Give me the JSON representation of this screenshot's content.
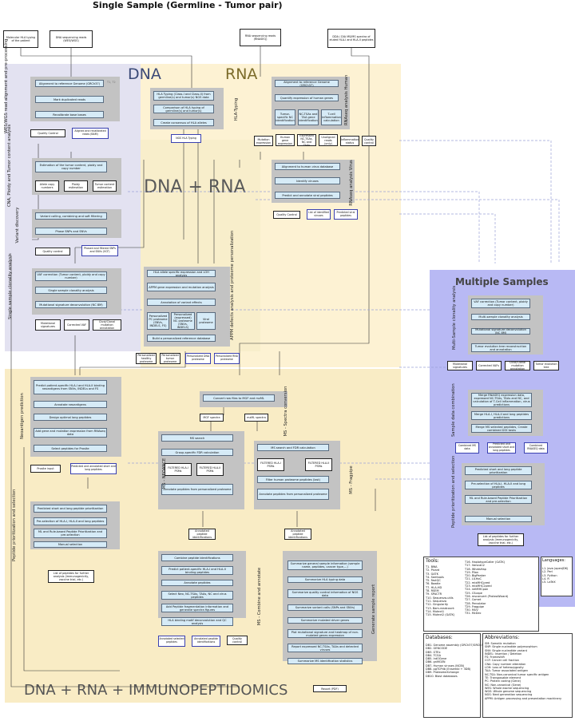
{
  "title": "Single Sample (Germline - Tumor pair)",
  "inputs": {
    "hla": "Molecular HLA typing of the patient",
    "dna_seq": "DNA sequencing reads (WES/WGS)",
    "rna_seq": "RNA sequencing reads (RNASEQ)",
    "ms": "DDA / DIA MS/MS spectra of eluted HLA-I and HLA-II peptides"
  },
  "regions": {
    "dna": "DNA",
    "rna": "RNA",
    "dna_rna": "DNA + RNA",
    "immuno": "DNA + RNA + IMMUNOPEPTIDOMICS",
    "multi": "Multiple Samples"
  },
  "sections": {
    "wes_align": "WES/WGS read alignment and pre-processing",
    "cnv": "CNA, Ploidy and Tumor content analysis",
    "variant": "Variant discovery",
    "clonality": "Single sample clonality analysis",
    "hla_typing": "HLA-Typing",
    "rnaseq_human": "RNAseq analysis Human",
    "rnaseq_virus": "RNAseq analysis Virus",
    "appm": "APPM defects analysis and proteome personalization",
    "neo": "Neoantigen prediction",
    "ms_conv": "MS - Spectra conversion",
    "ms_neo": "MS - NEOANCE",
    "ms_frag": "MS - Fragpipe",
    "ms_combine": "MS - Combine and annotate",
    "pep_prior": "Peptide prioritization and selection",
    "report": "Generate sample report",
    "multi_clon": "Multi-Sample clonality analysis",
    "sample_data": "Sample data combination",
    "multi_pep": "Peptide prioritization and selection"
  },
  "dna": {
    "align": "Alignment to reference Genome (GRCh37)",
    "dup": "Mark duplicated reads",
    "recal": "Recalibrate base bases",
    "qc": "Quality Control",
    "bam": "Aligned and recalibrated reads (BAM)",
    "cnv_est": "Estimation of the tumor content, ploidy and copy number",
    "allele_copy": "Allele copy numbers",
    "ploidy": "Ploidy estimation",
    "tumor_content": "Tumor content estimation",
    "varcall": "Variant calling, combining and soft filtering",
    "phase": "Phase SNPs and SNVs",
    "qc2": "Quality control",
    "phased": "Phased and filtered SNPs and SNVs (VCF)",
    "vaf": "VAF correction (Tumor content, ploidy and copy number)",
    "clon": "Single sample clonality analysis",
    "mutsig": "Mutational signature deconvolution (NC 8M)",
    "o_mutsig": "Mutational signatures",
    "o_vaf": "Corrected VAF",
    "o_clonal": "Clust/Clonal mutation annotation"
  },
  "rna": {
    "hla_typing": "HLA Typing (Class-I and Class-II) from germline(s) and tumor(s) NGS data",
    "hla_compare": "Comparison of HLA typing of germline(s) and tumor(s)",
    "hla_consensus": "Create consensus of HLA alleles",
    "hla_out": "NGS HLA Typing",
    "align": "Alignment to reference Genome (GRCh37)",
    "quant": "Quantify expression of human genes",
    "tumor_id": "Tumor-specific NC identification",
    "nctiss": "NC-TSAs and TAA gene identification",
    "tcell": "T-cell inflammation calculation",
    "o_mut": "Mutation expression",
    "o_gene": "Human gene expression",
    "o_expr": "Expressed NC-TSAs, NC and TAAs",
    "o_spliced": "Unaligned reads (only)",
    "o_inflam": "Inflammation status",
    "o_qc": "Quality control",
    "virus_align": "Alignment to human virus database",
    "virus_id": "Identify viruses",
    "virus_pred": "Predict and annotate viral peptides",
    "virus_qc": "Quality Control",
    "virus_list": "List of identified viruses",
    "virus_pep": "Predicted viral peptides"
  },
  "appm": {
    "hla_loh": "HLA allele specific expression and LOH analysis",
    "appm_expr": "APPM gene expression and mutation analysis",
    "annot": "Annotation of variant effects",
    "pers_pc": "Personalized PC proteome (SNVs, INDELS, FS)",
    "pers_nc": "Personalized (expressed) NC proteome (SNVs, INDELS)",
    "viral": "Viral proteome",
    "build": "Build a personalized reference database",
    "o_healthy": "Personalized healthy proteome",
    "o_tumor": "Personalized tumor proteome",
    "o_dna": "Personalized DNA proteome",
    "o_rna": "Personalized RNA proteome"
  },
  "neo": {
    "predict": "Predict patient-specific HLA-I and HLA-II binding neoantigens from SNVs, INDELs and FS",
    "annotate": "Annotate neoantigens",
    "design": "Design optimal long peptides",
    "add": "Add gene and mutation expression from RNAseq data",
    "select": "Select peptides for Prosite",
    "o_prosite": "Prosite input",
    "o_pred": "Predicted and annotated short and long peptides"
  },
  "ms": {
    "convert": "Convert raw files to MGF and mzML",
    "mgf": "MGF spectra",
    "mzml": "mzML spectra",
    "ms_search": "MS search",
    "fdr": "Group-specific FDR calculation",
    "filt_i": "FILTERED HLA-I PSMs",
    "filt_ii": "FILTERED HLA-II PSMs",
    "annot_pep": "Annotate peptides from personalized proteome",
    "fp_search": "MS search and FDR calculation",
    "fp_i": "FILTERED HLA-I PSMs",
    "fp_ii": "FILTERED HLA-II PSMs",
    "hp_filter": "Filter human proteome peptides (last)",
    "fp_annot": "Annotate peptides from personalized proteome",
    "o_annot1": "Annotated peptide identifications",
    "o_annot2": "Annotated peptide identifications",
    "combine": "Combine peptide identifications",
    "predict": "Predict patient-specific HLA-I and HLA-II binding peptides",
    "annotate": "Annotate peptides",
    "select": "Select Neo, NC-TSAs, TAAs, NC and virus peptides",
    "fragment": "Add Peptide fragmentation information and generate spectra figures",
    "qc": "HLA binding motif deconvolution and QC analysis",
    "o_annsel": "Annotated selected peptides",
    "o_annpep": "Annotated peptide identifications",
    "o_qc": "Quality control"
  },
  "pep": {
    "pred": "Predicted short and long peptide prioritization",
    "preselect": "Pre-selection of HLA-I, HLA-II and long peptides",
    "ml": "ML and Rule-based Peptide Prioritization and pre-selection",
    "manual": "Manual selection",
    "list": "List of peptides for further analysis (immunogenicity, vaccine trial, etc.)"
  },
  "report": {
    "summ_info": "Summarize general sample information (sample name, peptides, cancer type,...)",
    "summ_hla": "Summarize HLA typing data",
    "summ_qc": "Summarize quality control information of NGS data",
    "summ_var": "Summarize variant calls (SNPs and SNVs)",
    "summ_mut": "Summarize mutated driver genes",
    "plot": "Plot mutational signature and heatmap of non-mutated genes expression",
    "rep_nc": "Report expressed NC-TSAs, TAAs and detected viruses",
    "summ_ms": "Summarize MS identification statistics",
    "out": "Report (PDF)"
  },
  "multi": {
    "vaf": "VAF correction (Tumor content, ploidy and copy number)",
    "clon": "Multi-sample clonality analysis",
    "mutsig": "Mutational signature deconvolution (NC 8M)",
    "tree": "Tumor evolution tree reconstruction and annotation",
    "o_mutsig": "Mutational signatures",
    "o_vaf": "Corrected VAFs",
    "o_clonal": "Clust/Clonal mutation annotation",
    "o_tree": "Tumor evolution tree",
    "merge": "Merge RNASEQ expression data, expressed NC-TSAs, TAAs and NC, and calculation of T-Cell inflammation, virus predictions",
    "merge_pep": "Merge HLA-I, HLA-II and long peptides predictions",
    "merge_ms": "Merge MS selected peptides, Create combined DOI tasks",
    "o_ms": "Combined MS data",
    "o_pred": "Predicted and annotated short and long peptides",
    "o_rnaseq": "Combined RNASEQ data",
    "pred": "Predicted short and long peptide prioritization",
    "preselect": "Pre-selection of HLA-I, HLA-II and long peptides",
    "ml": "ML and Rule-based Peptide Prioritization and pre-selection",
    "manual": "Manual selection",
    "list": "List of peptides for further analysis (immunogenicity, vaccine trial, etc.)"
  },
  "legend": {
    "tools_title": "Tools:",
    "tools_a": [
      "T1. BWA",
      "T2. Picard",
      "T3. GATK",
      "T4. Samtools",
      "T5. FastQC",
      "T6. Bowtie",
      "T7. HLA-HD",
      "T8. RSEM",
      "T9. SPACTR",
      "T10. Sequenza-utils",
      "T11. Sequenza",
      "T12. Gingularity",
      "T13. Bam-readcount",
      "T14. Mutect1",
      "T15. Mutect2 (GATK)"
    ],
    "tools_b": [
      "T16. HaplotypeCaller (GATK)",
      "T17. Varscan2",
      "T18. WhatsHap",
      "T19. Pilon",
      "T20. BigPeaker",
      "T21. LILHoC",
      "T22. mixMHCpred",
      "T23. mixMHC2pred",
      "T24. netMHCpan",
      "T25. CScape",
      "T26. msconvert (ProteoWizard)",
      "T27. Comet",
      "T28. Percolator",
      "T29. Fragpipe",
      "T30. MUV",
      "T31. McDec"
    ],
    "lang_title": "Languages:",
    "langs": [
      "L1. Java (openJDK)",
      "L2. Perl",
      "L3. Python",
      "L4. R",
      "L5. LaTeX"
    ],
    "db_title": "Databases:",
    "dbs": [
      "DB1. Genome assembly (GRCh37/GRCh38)",
      "DB2. GENCODE",
      "DB3. GTEx",
      "DB4. TCGA",
      "DB5. IntOGene",
      "DB6. gnMGEN",
      "DB7. Human viruses (NCBI)",
      "DB8. pgTCPdb (Ensembl + 3DB)",
      "DB9. ProteomeXchange",
      "DB10. Blast databases"
    ],
    "abbr_title": "Abbreviations:",
    "abbrs": [
      "SM: Somatic mutation",
      "SNP: Single nucleotide polymorphism",
      "SNV: Single nucleotide variant",
      "INDEL: Insertion / Deletion",
      "FS: Frameshift",
      "CCF: Cancer cell fraction",
      "CNA: Copy number alteration",
      "LOH: Loss of heterozygosity",
      "TAA: Tumor associated antigen",
      "NC-TSA: Non-canonical tumor specific antigen",
      "TE: Transposable element",
      "PC: Protein coding (Gene)",
      "NC: Non-canonical (Gene)",
      "WES: Whole exome sequencing",
      "WGS: Whole genome sequencing",
      "NGS: Next generation sequencing",
      "APPM: Antigen processing and presentation machinery"
    ]
  }
}
